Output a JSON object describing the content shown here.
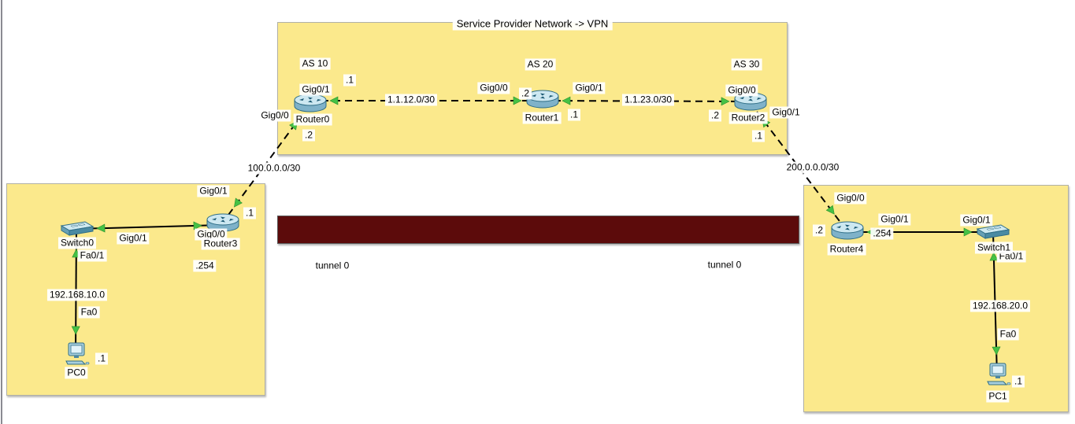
{
  "diagram": {
    "title": "Service Provider Network -> VPN"
  },
  "nodes": [
    {
      "id": "router0",
      "type": "router",
      "label": "Router0"
    },
    {
      "id": "router1",
      "type": "router",
      "label": "Router1"
    },
    {
      "id": "router2",
      "type": "router",
      "label": "Router2"
    },
    {
      "id": "router3",
      "type": "router",
      "label": "Router3"
    },
    {
      "id": "router4",
      "type": "router",
      "label": "Router4"
    },
    {
      "id": "switch0",
      "type": "switch",
      "label": "Switch0"
    },
    {
      "id": "switch1",
      "type": "switch",
      "label": "Switch1"
    },
    {
      "id": "pc0",
      "type": "pc",
      "label": "PC0"
    },
    {
      "id": "pc1",
      "type": "pc",
      "label": "PC1"
    }
  ],
  "labels": [
    {
      "kind": "as",
      "text": "AS 10"
    },
    {
      "kind": "as",
      "text": "AS 20"
    },
    {
      "kind": "as",
      "text": "AS 30"
    },
    {
      "kind": "iface",
      "text": "Gig0/1"
    },
    {
      "kind": "ip",
      "text": ".1"
    },
    {
      "kind": "subnet",
      "text": "1.1.12.0/30"
    },
    {
      "kind": "iface",
      "text": "Gig0/0"
    },
    {
      "kind": "ip",
      "text": ".2"
    },
    {
      "kind": "iface",
      "text": "Gig0/1"
    },
    {
      "kind": "ip",
      "text": ".1"
    },
    {
      "kind": "subnet",
      "text": "1.1.23.0/30"
    },
    {
      "kind": "iface",
      "text": "Gig0/0"
    },
    {
      "kind": "ip",
      "text": ".2"
    },
    {
      "kind": "iface",
      "text": "Gig0/1"
    },
    {
      "kind": "ip",
      "text": ".1"
    },
    {
      "kind": "iface",
      "text": "Gig0/0"
    },
    {
      "kind": "ip",
      "text": ".2"
    },
    {
      "kind": "subnet",
      "text": "100.0.0.0/30"
    },
    {
      "kind": "subnet",
      "text": "200.0.0.0/30"
    },
    {
      "kind": "iface",
      "text": "Gig0/1"
    },
    {
      "kind": "ip",
      "text": ".1"
    },
    {
      "kind": "iface",
      "text": "Gig0/1"
    },
    {
      "kind": "iface",
      "text": "Gig0/0"
    },
    {
      "kind": "ip",
      "text": ".254"
    },
    {
      "kind": "iface",
      "text": "Fa0/1"
    },
    {
      "kind": "subnet",
      "text": "192.168.10.0"
    },
    {
      "kind": "iface",
      "text": "Fa0"
    },
    {
      "kind": "ip",
      "text": ".1"
    },
    {
      "kind": "iface",
      "text": "Gig0/0"
    },
    {
      "kind": "ip",
      "text": ".2"
    },
    {
      "kind": "iface",
      "text": "Gig0/1"
    },
    {
      "kind": "ip",
      "text": ".254"
    },
    {
      "kind": "iface",
      "text": "Gig0/1"
    },
    {
      "kind": "iface",
      "text": "Fa0/1"
    },
    {
      "kind": "subnet",
      "text": "192.168.20.0"
    },
    {
      "kind": "iface",
      "text": "Fa0"
    },
    {
      "kind": "ip",
      "text": ".1"
    },
    {
      "kind": "tunnel",
      "text": "tunnel 0"
    },
    {
      "kind": "tunnel",
      "text": "tunnel 0"
    }
  ],
  "links": [
    {
      "from": "Router0",
      "to": "Router1",
      "subnet": "1.1.12.0/30",
      "style": "dashed"
    },
    {
      "from": "Router1",
      "to": "Router2",
      "subnet": "1.1.23.0/30",
      "style": "dashed"
    },
    {
      "from": "Router0",
      "to": "Router3",
      "subnet": "100.0.0.0/30",
      "style": "dashed"
    },
    {
      "from": "Router2",
      "to": "Router4",
      "subnet": "200.0.0.0/30",
      "style": "dashed"
    },
    {
      "from": "Switch0",
      "to": "Router3",
      "style": "solid"
    },
    {
      "from": "PC0",
      "to": "Switch0",
      "subnet": "192.168.10.0",
      "style": "solid"
    },
    {
      "from": "Router4",
      "to": "Switch1",
      "style": "solid"
    },
    {
      "from": "PC1",
      "to": "Switch1",
      "subnet": "192.168.20.0",
      "style": "solid"
    }
  ],
  "colors": {
    "note_yellow": "#fbe98c",
    "tunnel_maroon": "#5c0b0b",
    "link_arrow_green": "#45c145",
    "link_black": "#000000"
  }
}
